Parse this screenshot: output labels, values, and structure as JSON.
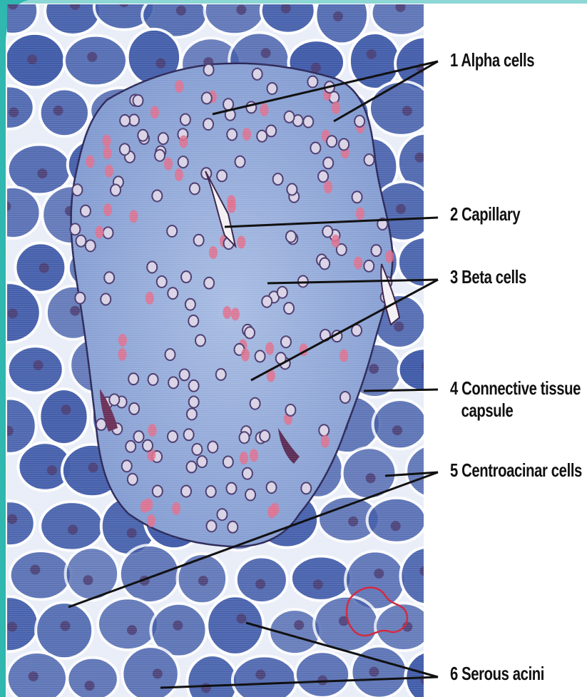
{
  "labels": [
    {
      "id": "alpha",
      "number": "1",
      "text": "Alpha cells"
    },
    {
      "id": "capillary",
      "number": "2",
      "text": "Capillary"
    },
    {
      "id": "beta",
      "number": "3",
      "text": "Beta cells"
    },
    {
      "id": "connective",
      "number": "4",
      "text": "Connective tissue capsule"
    },
    {
      "id": "centroacinar",
      "number": "5",
      "text": "Centroacinar cells"
    },
    {
      "id": "serous",
      "number": "6",
      "text": "Serous acini"
    }
  ],
  "display": {
    "label_1": "1 Alpha cells",
    "label_2": "2 Capillary",
    "label_3": "3 Beta cells",
    "label_4_line1": "4 Connective tissue",
    "label_4_line2": "capsule",
    "label_5": "5 Centroacinar cells",
    "label_6": "6 Serous acini"
  },
  "colors": {
    "acinar_tissue": "#3f5aa8",
    "islet_tissue": "#8ea6d6",
    "nucleus": "#4a3a6e",
    "alpha_granules": "#e0708e",
    "leader_line": "#111111",
    "frame_accent": "#2fb7b0"
  }
}
